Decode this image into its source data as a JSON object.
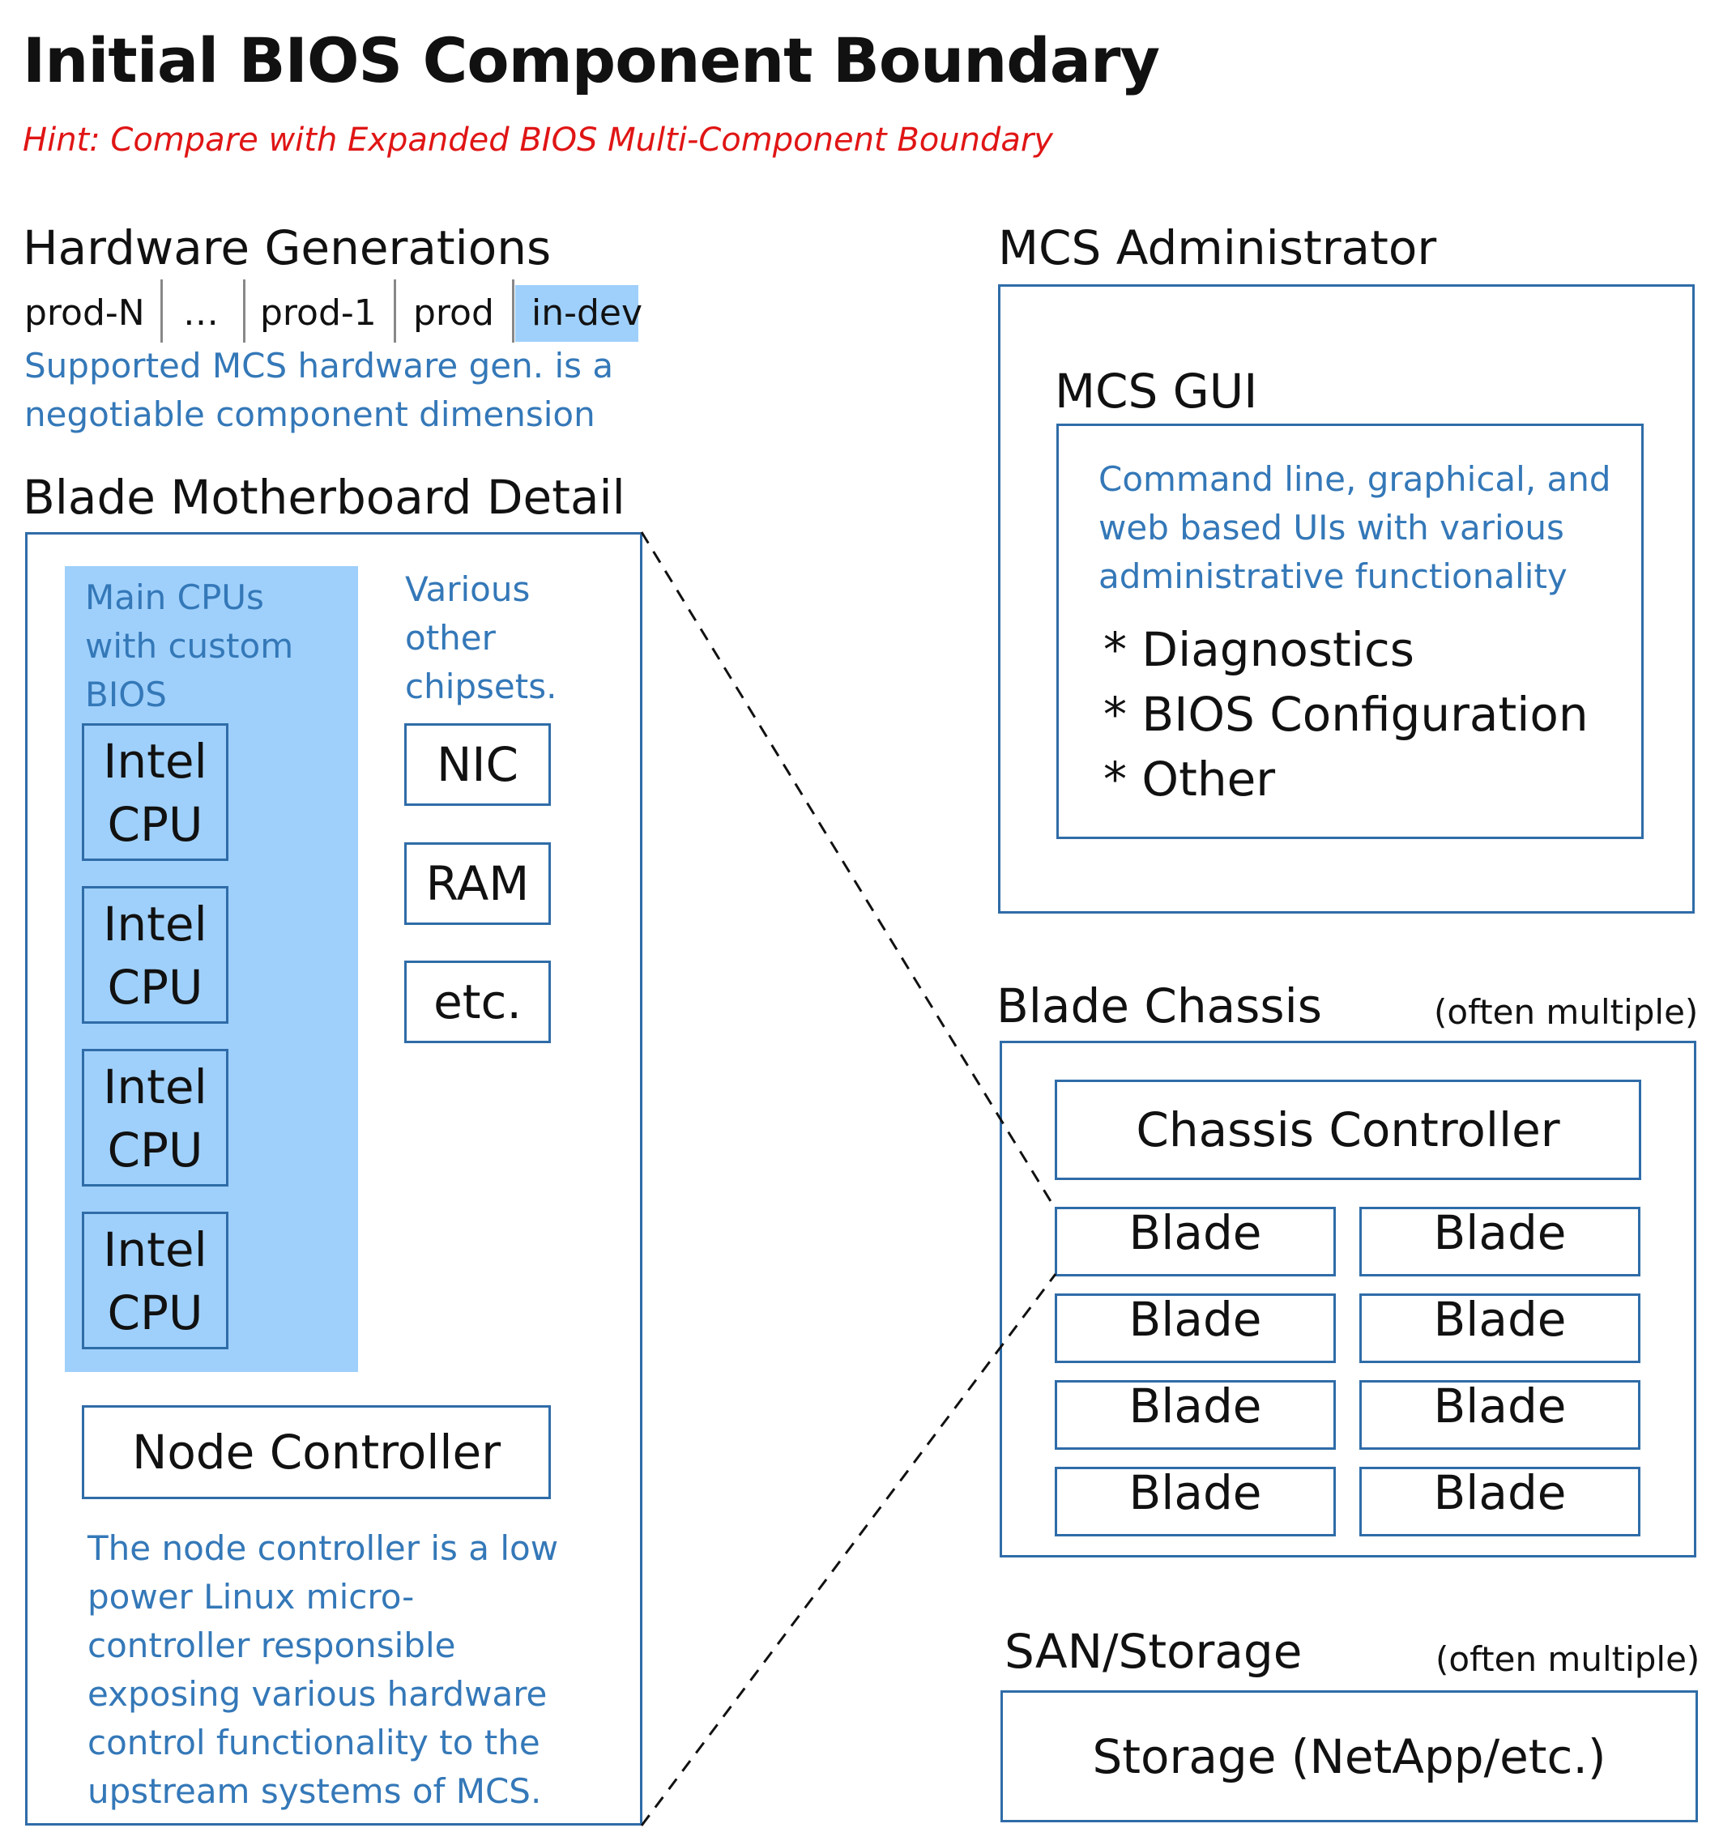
{
  "title": "Initial BIOS Component Boundary",
  "hint": "Hint: Compare with  Expanded BIOS Multi-Component Boundary",
  "hardware_generations": {
    "heading": "Hardware Generations",
    "items": [
      "prod-N",
      "…",
      "prod-1",
      "prod",
      "in-dev"
    ],
    "highlighted": "in-dev",
    "note": [
      "Supported MCS hardware gen. is a",
      "negotiable component dimension"
    ]
  },
  "blade_motherboard": {
    "heading": "Blade Motherboard Detail",
    "cpu_group_label": [
      "Main CPUs",
      "with custom",
      "BIOS"
    ],
    "cpus": [
      {
        "line1": "Intel",
        "line2": "CPU"
      },
      {
        "line1": "Intel",
        "line2": "CPU"
      },
      {
        "line1": "Intel",
        "line2": "CPU"
      },
      {
        "line1": "Intel",
        "line2": "CPU"
      }
    ],
    "chipsets_label": [
      "Various",
      "other",
      "chipsets."
    ],
    "chipsets": [
      "NIC",
      "RAM",
      "etc."
    ],
    "node_controller": "Node Controller",
    "node_controller_note": [
      "The node controller is a low",
      "power Linux  micro-",
      "controller responsible",
      "exposing various hardware",
      "control functionality to the",
      "upstream systems of MCS."
    ]
  },
  "mcs_administrator": {
    "heading": "MCS Administrator",
    "gui_heading": "MCS GUI",
    "gui_note": [
      "Command line, graphical, and",
      "web based UIs with various",
      "administrative functionality"
    ],
    "bullets": [
      "* Diagnostics",
      "* BIOS Configuration",
      "* Other"
    ]
  },
  "blade_chassis": {
    "heading": "Blade Chassis",
    "qualifier": "(often multiple)",
    "controller": "Chassis Controller",
    "blades": [
      "Blade",
      "Blade",
      "Blade",
      "Blade",
      "Blade",
      "Blade",
      "Blade",
      "Blade"
    ]
  },
  "san_storage": {
    "heading": "SAN/Storage",
    "qualifier": "(often multiple)",
    "storage": "Storage (NetApp/etc.)"
  },
  "colors": {
    "accent_blue": "#3478b8",
    "border_blue": "#2f6ca8",
    "highlight_blue": "#9fd0fb",
    "hint_red": "#e01515"
  }
}
